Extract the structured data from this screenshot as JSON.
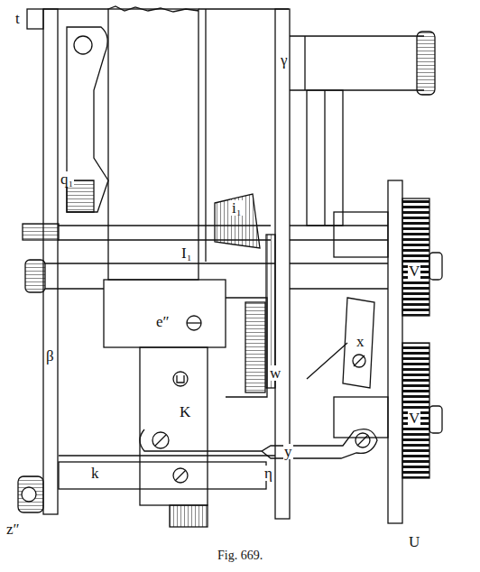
{
  "diagram": {
    "caption": "Fig. 669.",
    "labels": [
      "t",
      "q₁",
      "γ",
      "i₁",
      "I₁",
      "V",
      "e″",
      "x",
      "w",
      "V",
      "β",
      "K",
      "y",
      "k",
      "η",
      "z″",
      "U"
    ]
  }
}
